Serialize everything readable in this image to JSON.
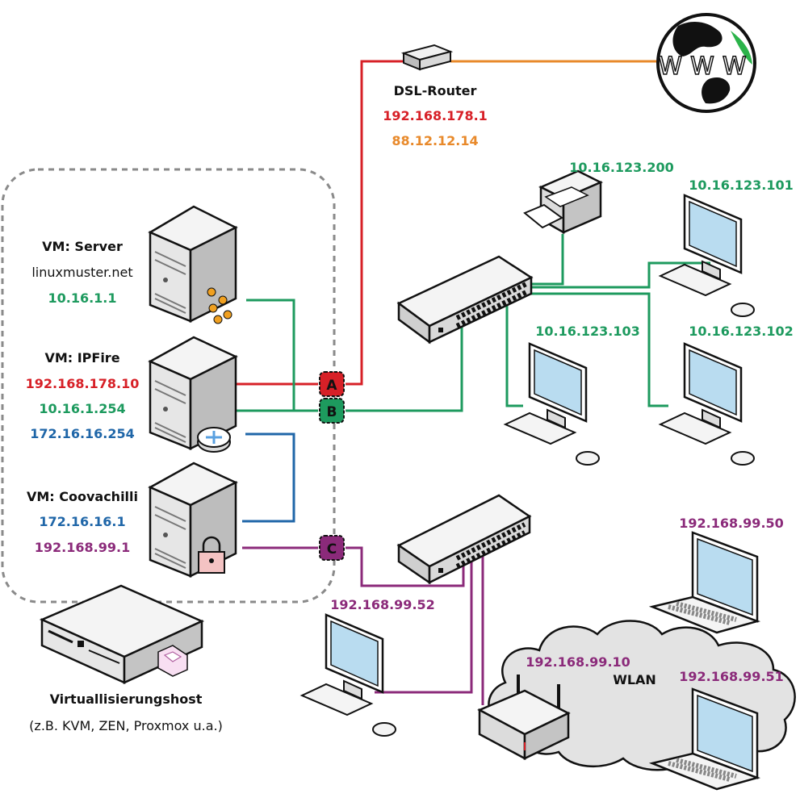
{
  "colors": {
    "red": "#d72027",
    "green": "#1d9a5e",
    "blue": "#1f66a8",
    "purple": "#8b2a7a",
    "orange": "#e8892a",
    "black": "#111111",
    "gray": "#333333",
    "dashed": "#8a8a8a"
  },
  "dsl_router": {
    "name": "DSL-Router",
    "ip_lan": "192.168.178.1",
    "ip_wan": "88.12.12.14"
  },
  "internet": {
    "label": "WWW"
  },
  "vm_server": {
    "title": "VM: Server",
    "hostname": "linuxmuster.net",
    "ip": "10.16.1.1"
  },
  "vm_ipfire": {
    "title": "VM: IPFire",
    "ip_red": "192.168.178.10",
    "ip_green": "10.16.1.254",
    "ip_blue": "172.16.16.254"
  },
  "vm_coova": {
    "title": "VM: Coovachilli",
    "ip_blue": "172.16.16.1",
    "ip_purple": "192.168.99.1"
  },
  "virt_host": {
    "title": "Virtuallisierungshost",
    "subtitle": "(z.B. KVM, ZEN, Proxmox u.a.)"
  },
  "badges": {
    "a": "A",
    "b": "B",
    "c": "C"
  },
  "printer": {
    "ip": "10.16.123.200"
  },
  "pc_101": {
    "ip": "10.16.123.101"
  },
  "pc_102": {
    "ip": "10.16.123.102"
  },
  "pc_103": {
    "ip": "10.16.123.103"
  },
  "pc_52": {
    "ip": "192.168.99.52"
  },
  "wlan": {
    "label": "WLAN",
    "ap_ip": "192.168.99.10"
  },
  "laptop_50": {
    "ip": "192.168.99.50"
  },
  "laptop_51": {
    "ip": "192.168.99.51"
  }
}
